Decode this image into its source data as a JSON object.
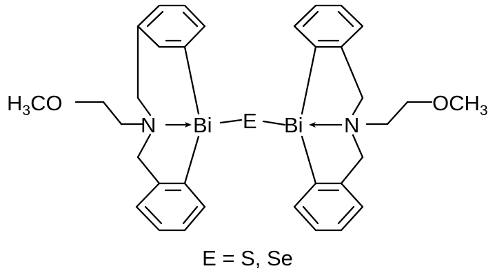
{
  "structure": {
    "left": {
      "ether_group_prefix": "H",
      "ether_group_subscript": "3",
      "ether_group_suffix": "CO",
      "nitrogen": "N",
      "metal": "Bi"
    },
    "bridge": {
      "chalcogen": "E"
    },
    "right": {
      "metal": "Bi",
      "nitrogen": "N",
      "ether_group_prefix": "OCH",
      "ether_group_subscript": "3"
    }
  },
  "caption": "E = S, Se",
  "colors": {
    "ink": "#000000",
    "background": "#ffffff"
  }
}
